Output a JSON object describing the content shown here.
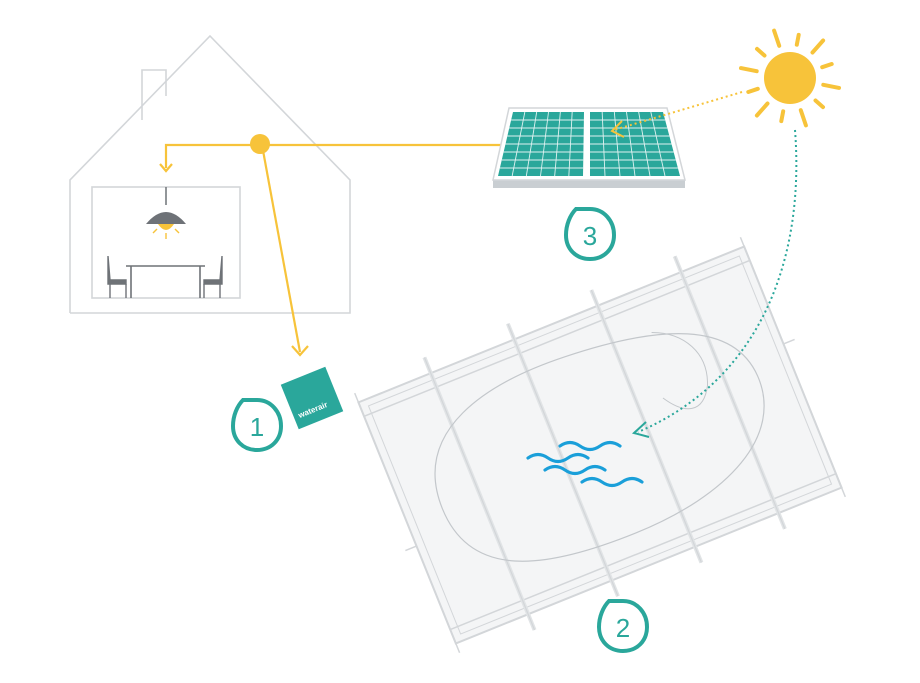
{
  "colors": {
    "line_gray": "#d3d6d9",
    "yellow": "#f7c33a",
    "teal": "#2aa79b",
    "wave_blue": "#1a9fd9",
    "furniture": "#6e7277"
  },
  "markers": [
    {
      "id": "controller",
      "label": "1"
    },
    {
      "id": "pool",
      "label": "2"
    },
    {
      "id": "solar-panel",
      "label": "3"
    }
  ],
  "controller_box": {
    "brand": "waterair"
  },
  "icons": [
    "house-icon",
    "lamp-icon",
    "table-icon",
    "chair-icon",
    "solar-panel-icon",
    "sun-icon",
    "pool-icon",
    "water-waves-icon",
    "junction-dot-icon"
  ]
}
